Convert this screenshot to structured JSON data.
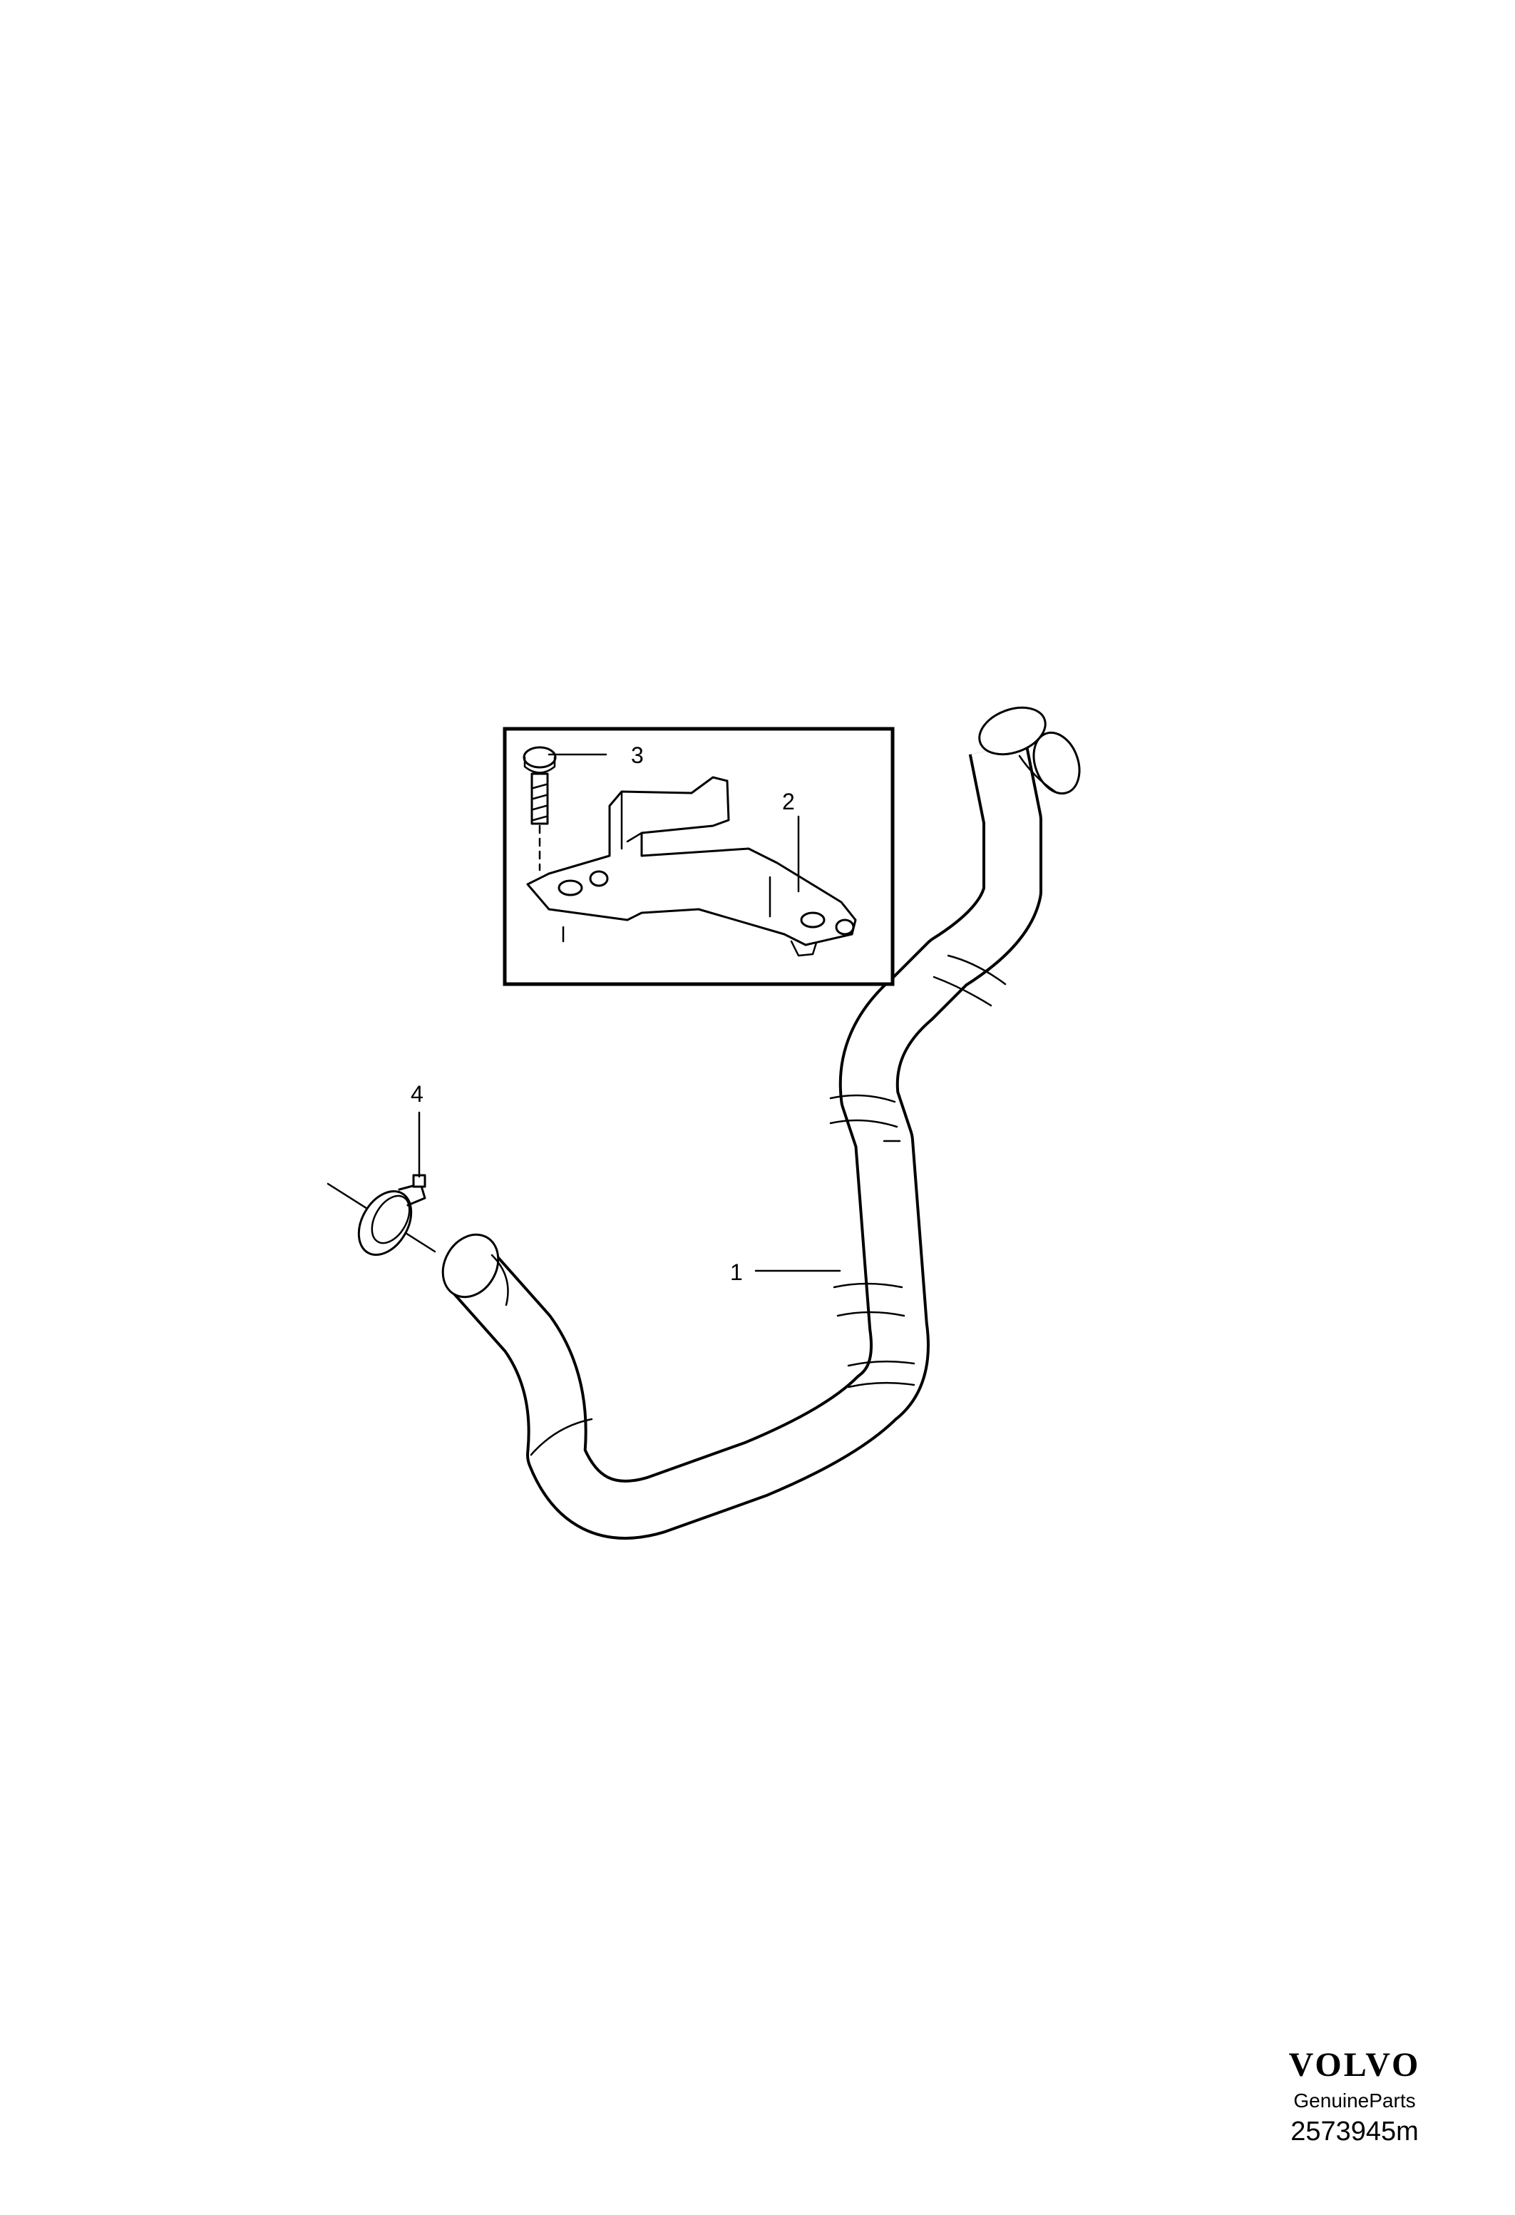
{
  "callouts": {
    "part_1": "1",
    "part_2": "2",
    "part_3": "3",
    "part_4": "4"
  },
  "brand": {
    "logo": "VOLVO",
    "subtitle": "GenuineParts",
    "illustration_code": "2573945m"
  }
}
